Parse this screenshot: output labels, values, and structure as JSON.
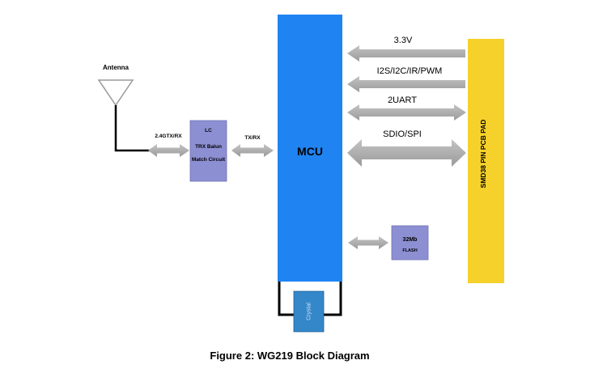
{
  "antenna": {
    "label": "Antenna"
  },
  "lc_block": {
    "line1": "LC",
    "line2": "TRX Balun",
    "line3": "Match Circuit"
  },
  "links": {
    "antenna_lc": "2.4GTX/RX",
    "lc_mcu": "TX/RX"
  },
  "mcu": {
    "label": "MCU"
  },
  "mcu_pad_links": [
    "3.3V",
    "I2S/I2C/IR/PWM",
    "2UART",
    "SDIO/SPI"
  ],
  "pad": {
    "label": "SMD38 PIN PCB PAD"
  },
  "flash": {
    "line1": "32Mb",
    "line2": "FLASH"
  },
  "crystal": {
    "label": "Crystal"
  },
  "caption": "Figure 2: WG219 Block Diagram",
  "colors": {
    "mcu": "#1f84f2",
    "pad": "#f6d12b",
    "lc": "#8d8fd3",
    "flash": "#8d8fd3",
    "crystal": "#3487c9",
    "arrow": "#a8a8a8"
  }
}
